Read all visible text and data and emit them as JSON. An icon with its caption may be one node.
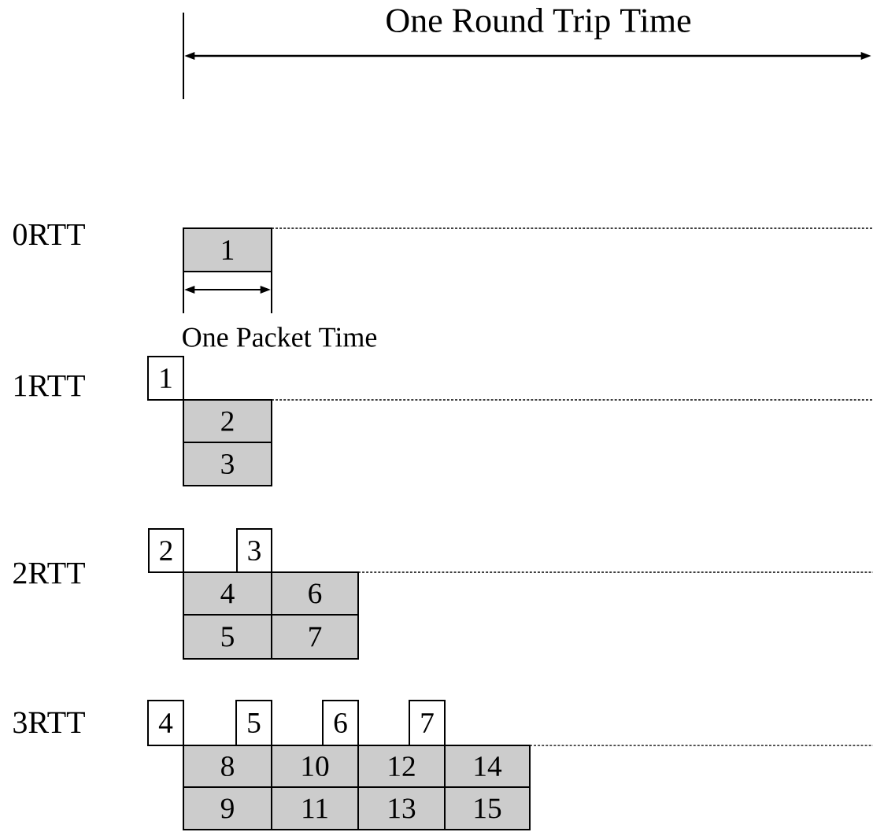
{
  "diagram": {
    "nodes": [
      {
        "text": [
          "1"
        ]
      },
      {
        "text": [
          "1"
        ]
      },
      {
        "text": [
          "2"
        ]
      },
      {
        "text": [
          "3"
        ]
      },
      {
        "text": [
          "2"
        ]
      },
      {
        "text": [
          "3"
        ]
      },
      {
        "text": [
          "4"
        ]
      },
      {
        "text": [
          "6"
        ]
      },
      {
        "text": [
          "5"
        ]
      },
      {
        "text": [
          "7"
        ]
      },
      {
        "text": [
          "4"
        ]
      },
      {
        "text": [
          "5"
        ]
      },
      {
        "text": [
          "6"
        ]
      },
      {
        "text": [
          "7"
        ]
      },
      {
        "text": [
          "8"
        ]
      },
      {
        "text": [
          "10"
        ]
      },
      {
        "text": [
          "12"
        ]
      },
      {
        "text": [
          "14"
        ]
      },
      {
        "text": [
          "9"
        ]
      },
      {
        "text": [
          "11"
        ]
      },
      {
        "text": [
          "13"
        ]
      },
      {
        "text": [
          "15"
        ]
      }
    ],
    "labels": [
      "One Round Trip Time",
      "0RTT",
      "One Packet Time",
      "1RTT",
      "2RTT",
      "3RTT"
    ]
  }
}
